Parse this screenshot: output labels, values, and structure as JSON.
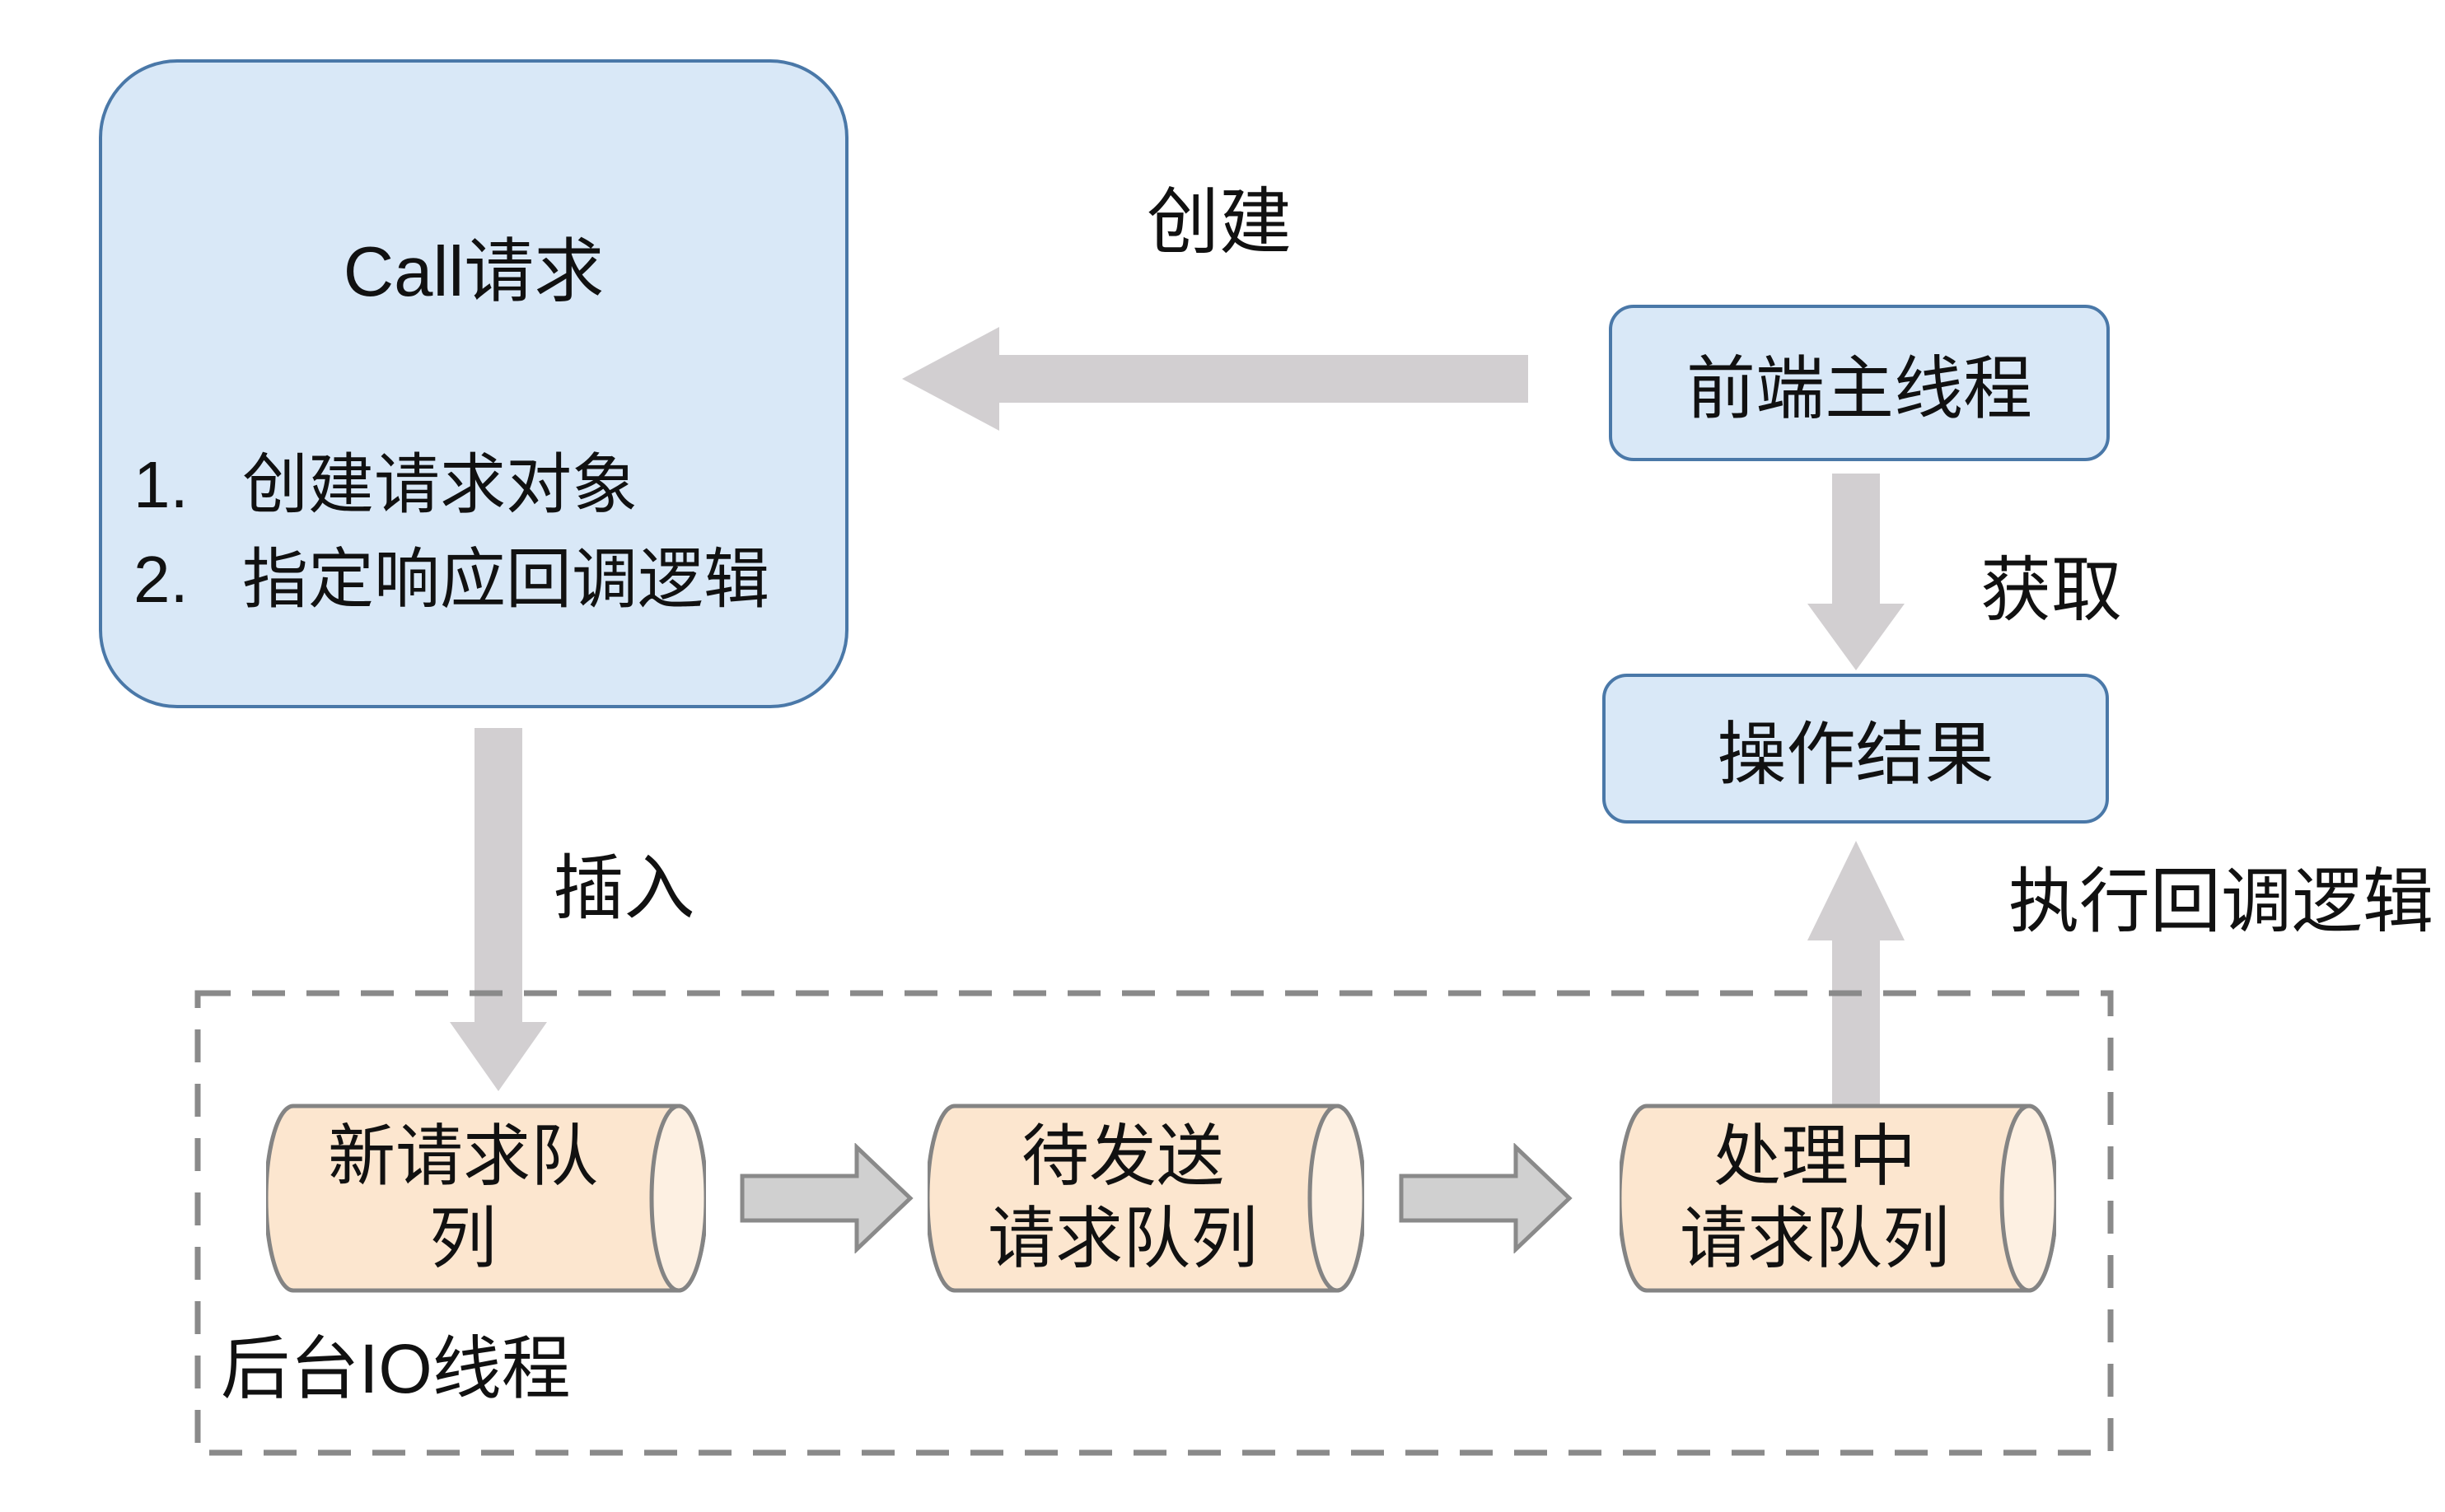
{
  "diagram": {
    "call_box": {
      "title": "Call请求",
      "items": [
        {
          "num": "1.",
          "text": "创建请求对象"
        },
        {
          "num": "2.",
          "text": "指定响应回调逻辑"
        }
      ]
    },
    "frontend_box": {
      "label": "前端主线程"
    },
    "result_box": {
      "label": "操作结果"
    },
    "io_region": {
      "label": "后台IO线程"
    },
    "queues": [
      {
        "line1": "新请求队",
        "line2": "列"
      },
      {
        "line1": "待发送",
        "line2": "请求队列"
      },
      {
        "line1": "处理中",
        "line2": "请求队列"
      }
    ],
    "arrow_labels": {
      "create": "创建",
      "get": "获取",
      "insert": "插入",
      "callback": "执行回调逻辑"
    }
  },
  "colors": {
    "node_fill": "#d9e8f7",
    "node_border": "#4a78a8",
    "queue_fill": "#fce6cf",
    "queue_cap_fill": "#fdf0e2",
    "queue_border": "#848484",
    "big_arrow_fill": "#d2cfd1",
    "queue_arrow_fill": "#d0d0d0",
    "queue_arrow_border": "#8a8a8a",
    "dashed_border": "#8a8a8a",
    "text": "#111111",
    "background": "#ffffff"
  }
}
